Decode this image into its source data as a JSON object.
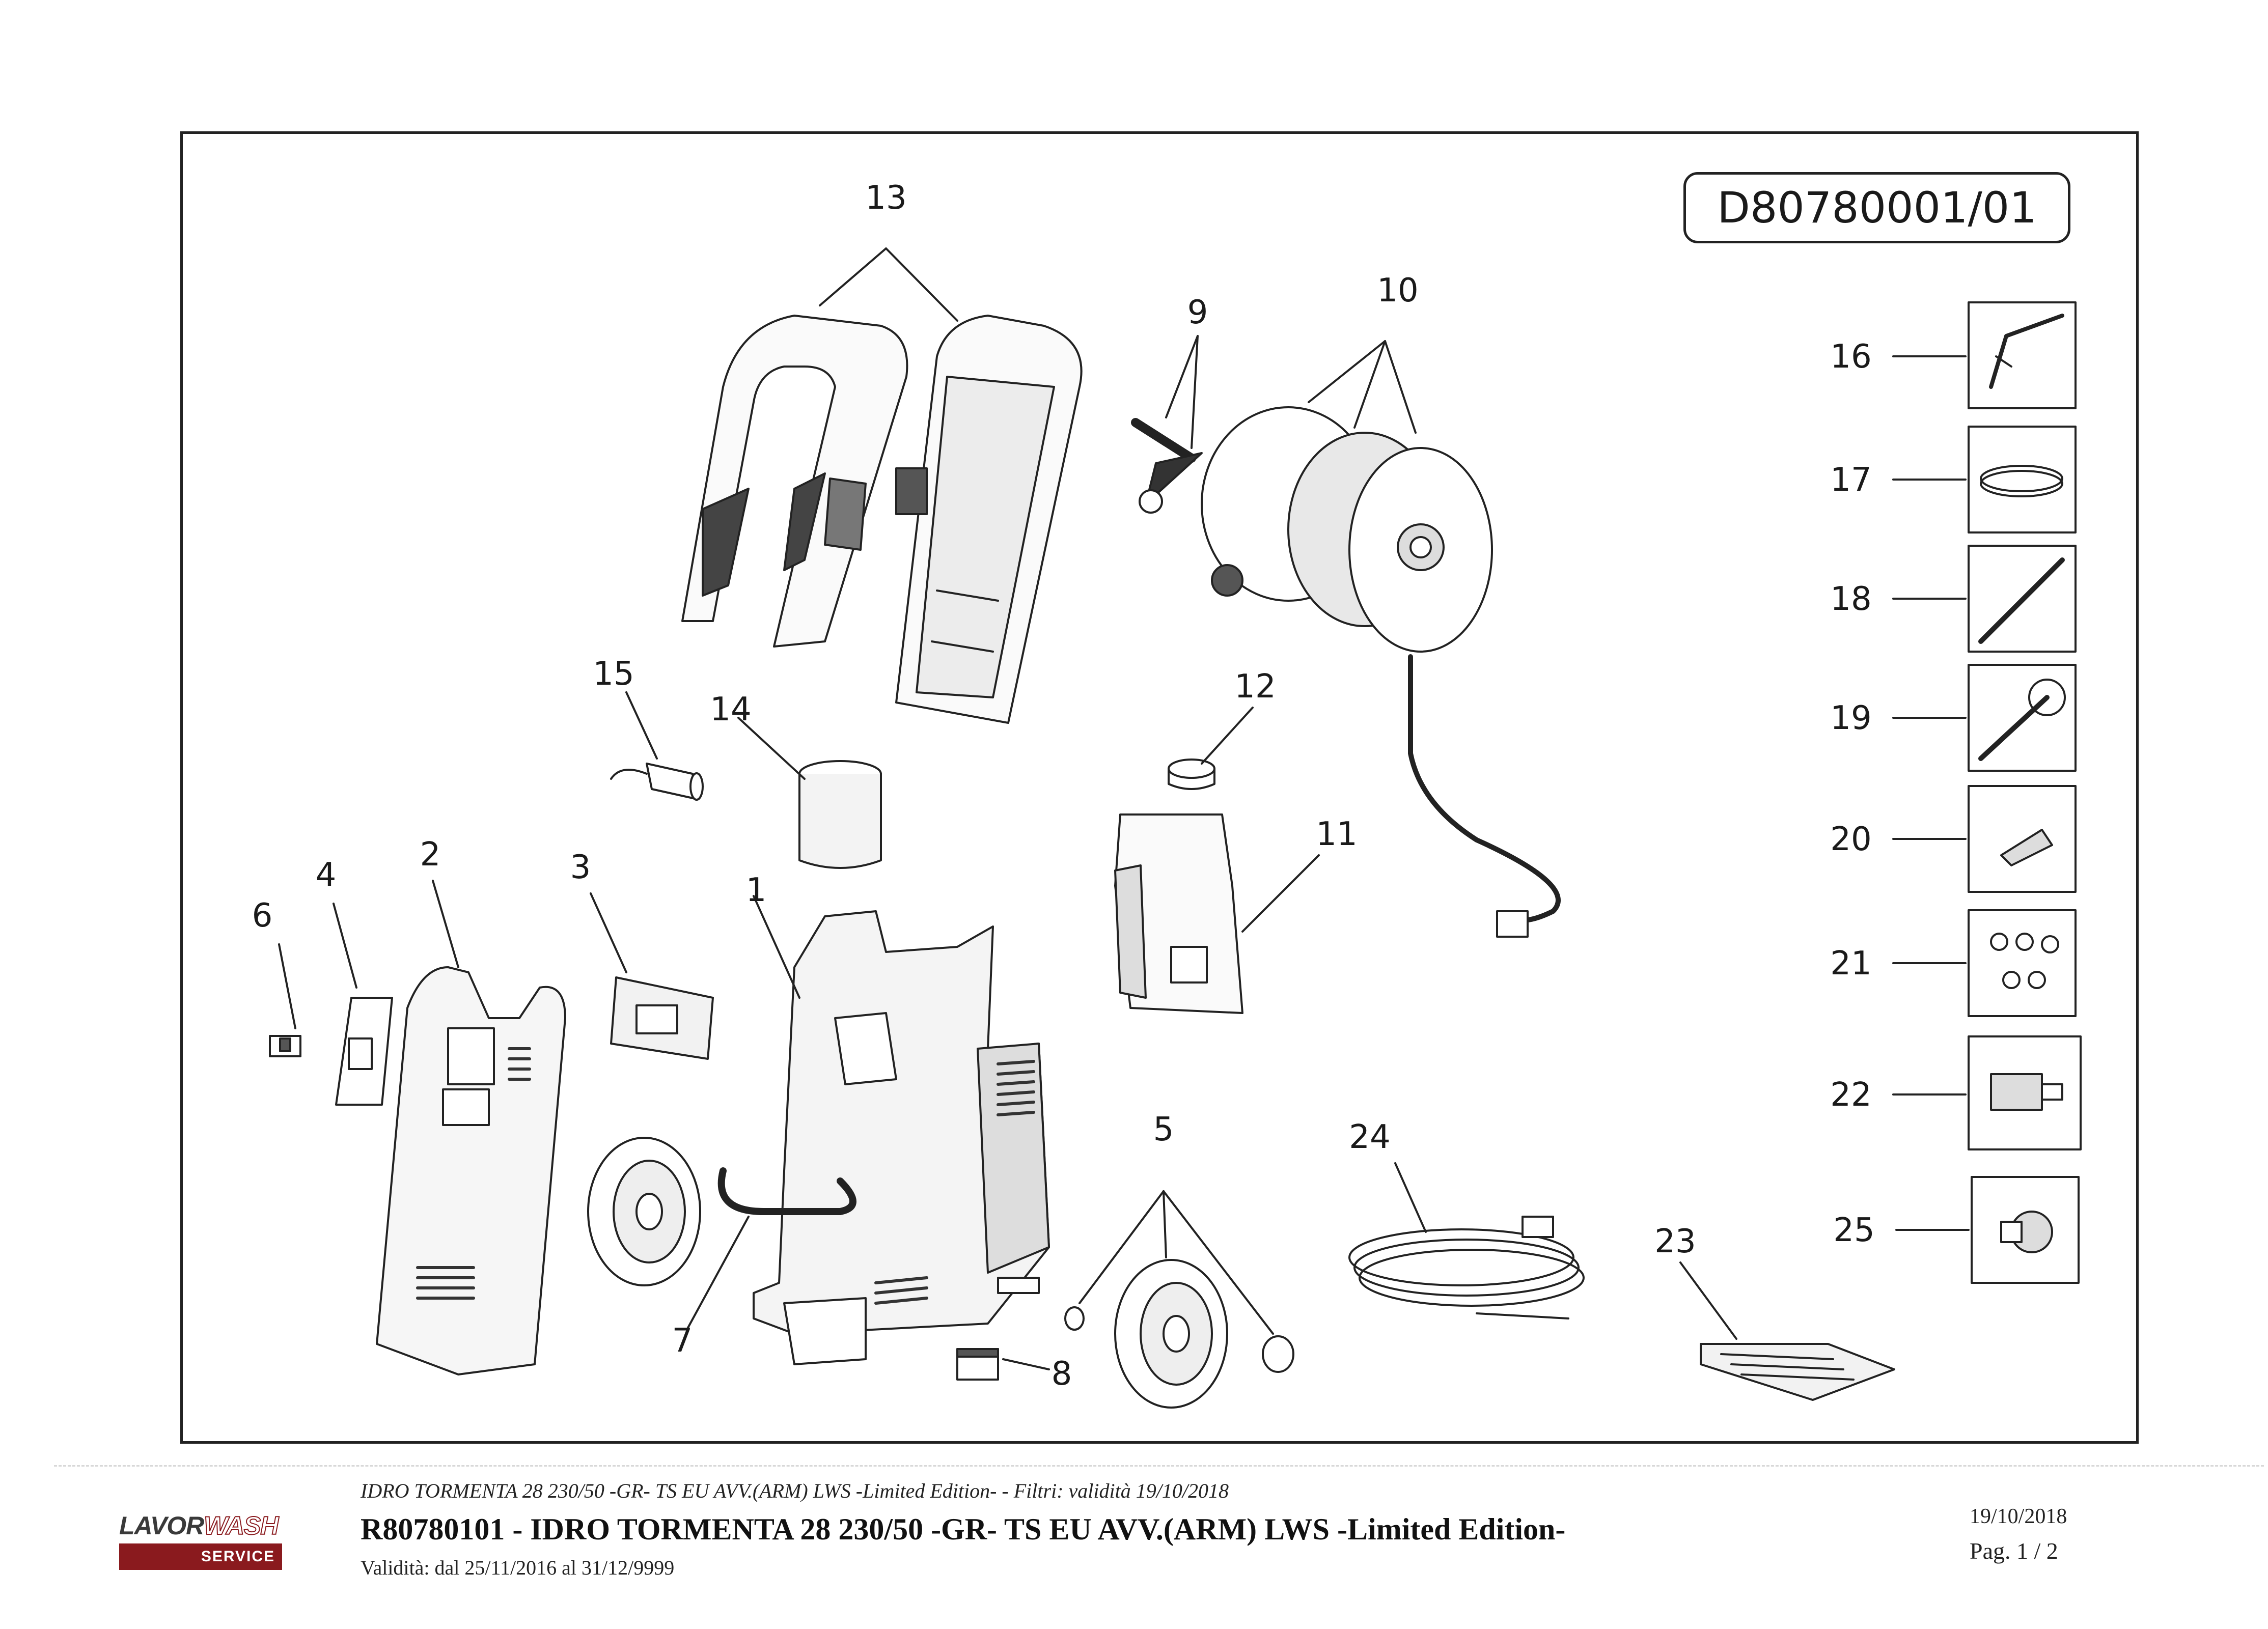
{
  "drawing_code": "D80780001/01",
  "callouts": {
    "c1": "1",
    "c2": "2",
    "c3": "3",
    "c4": "4",
    "c5": "5",
    "c6": "6",
    "c7": "7",
    "c8": "8",
    "c9": "9",
    "c10": "10",
    "c11": "11",
    "c12": "12",
    "c13": "13",
    "c14": "14",
    "c15": "15",
    "c16": "16",
    "c17": "17",
    "c18": "18",
    "c19": "19",
    "c20": "20",
    "c21": "21",
    "c22": "22",
    "c23": "23",
    "c24": "24",
    "c25": "25"
  },
  "footer": {
    "line1": "IDRO TORMENTA 28 230/50 -GR- TS EU AVV.(ARM) LWS -Limited Edition- - Filtri: validità 19/10/2018",
    "line2": "R80780101 - IDRO TORMENTA 28 230/50 -GR- TS EU AVV.(ARM) LWS -Limited Edition-",
    "line3": "Validità: dal 25/11/2016 al 31/12/9999",
    "date": "19/10/2018",
    "page": "Pag. 1 / 2"
  },
  "logo": {
    "top_dark": "LAVOR",
    "top_outline": "WASH",
    "bottom": "SERVICE",
    "brand_color": "#8a1a1e"
  }
}
